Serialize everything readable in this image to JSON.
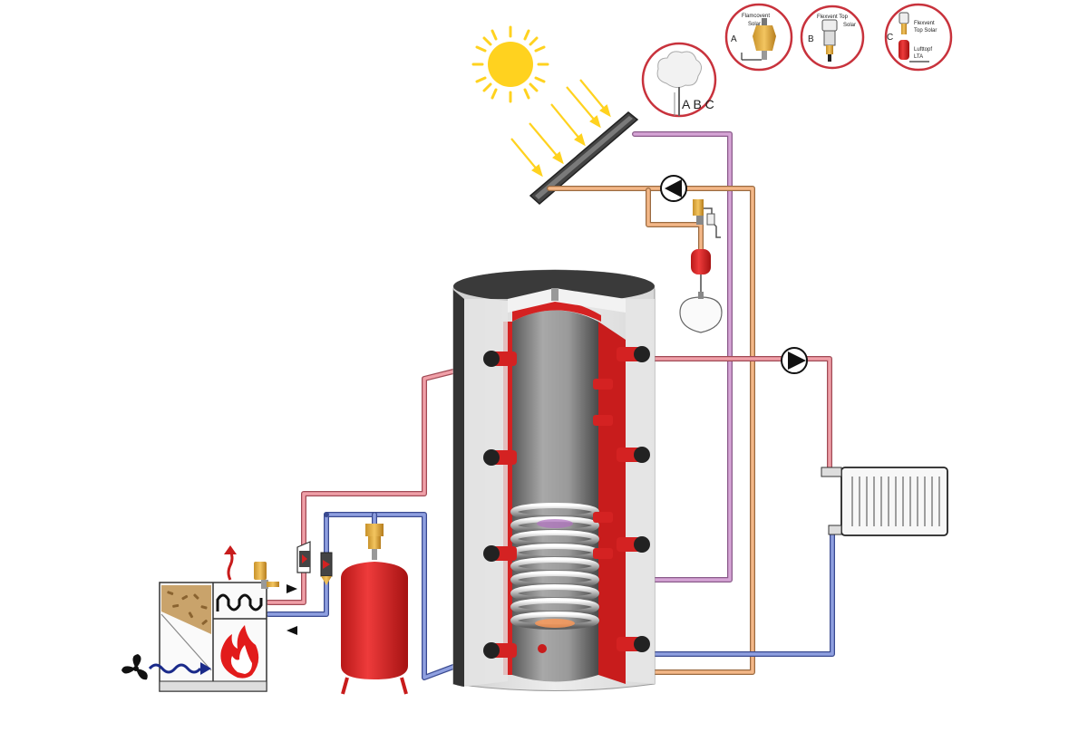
{
  "labels": {
    "abc": "A B C",
    "vent_a_letter": "A",
    "vent_a_line1": "Flamcovent",
    "vent_a_line2": "Solar",
    "vent_b_letter": "B",
    "vent_b_line1": "Flexvent Top",
    "vent_b_line2": "Solar",
    "vent_c_letter": "C",
    "vent_c_line1": "Flexvent",
    "vent_c_line2": "Top Solar",
    "vent_c_line3": "Lufttopf",
    "vent_c_line4": "LTA"
  },
  "colors": {
    "hot": "#e8868f",
    "cold": "#6f82c8",
    "solar_flow": "#c89ac8",
    "solar_return": "#efa878",
    "vessel_red": "#d42222",
    "sun": "#ffd21f",
    "tank_dark": "#3a3a3a"
  },
  "icons": {
    "sun": "sun-icon",
    "steam": "steam-icon",
    "fan": "fan-icon",
    "flame": "flame-icon"
  }
}
